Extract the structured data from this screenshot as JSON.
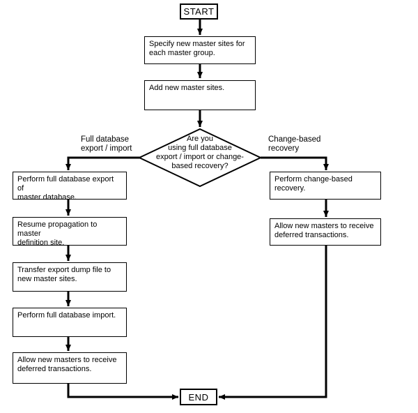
{
  "diagram": {
    "type": "flowchart",
    "colors": {
      "background": "#ffffff",
      "line": "#000000",
      "box_fill": "#ffffff",
      "text": "#000000"
    },
    "nodes": {
      "start": {
        "label": "START",
        "shape": "terminal"
      },
      "specify": {
        "label": "Specify new master sites for\neach master group.",
        "shape": "process"
      },
      "add": {
        "label": "Add new master sites.",
        "shape": "process"
      },
      "decision": {
        "label": "Are you\nusing full database\nexport / import or change-\nbased recovery?",
        "shape": "diamond"
      },
      "export_full": {
        "label": "Perform full database export of\nmaster database.",
        "shape": "process"
      },
      "resume_propagation": {
        "label": "Resume propagation to master\ndefinition site.",
        "shape": "process"
      },
      "transfer_dump": {
        "label": "Transfer export dump file to\nnew master sites.",
        "shape": "process"
      },
      "import_full": {
        "label": "Perform full database import.",
        "shape": "process"
      },
      "allow_left": {
        "label": "Allow new masters to receive\ndeferred transactions.",
        "shape": "process"
      },
      "recovery": {
        "label": "Perform change-based recovery.",
        "shape": "process"
      },
      "allow_right": {
        "label": "Allow new masters to receive\ndeferred transactions.",
        "shape": "process"
      },
      "end": {
        "label": "END",
        "shape": "terminal"
      }
    },
    "branch_labels": {
      "left": {
        "label": "Full database\nexport / import"
      },
      "right": {
        "label": "Change-based\nrecovery"
      }
    },
    "edges": [
      {
        "from": "start",
        "to": "specify"
      },
      {
        "from": "specify",
        "to": "add"
      },
      {
        "from": "add",
        "to": "decision"
      },
      {
        "from": "decision",
        "to": "export_full",
        "label": "Full database export / import"
      },
      {
        "from": "decision",
        "to": "recovery",
        "label": "Change-based recovery"
      },
      {
        "from": "export_full",
        "to": "resume_propagation"
      },
      {
        "from": "resume_propagation",
        "to": "transfer_dump"
      },
      {
        "from": "transfer_dump",
        "to": "import_full"
      },
      {
        "from": "import_full",
        "to": "allow_left"
      },
      {
        "from": "allow_left",
        "to": "end"
      },
      {
        "from": "recovery",
        "to": "allow_right"
      },
      {
        "from": "allow_right",
        "to": "end"
      }
    ]
  }
}
